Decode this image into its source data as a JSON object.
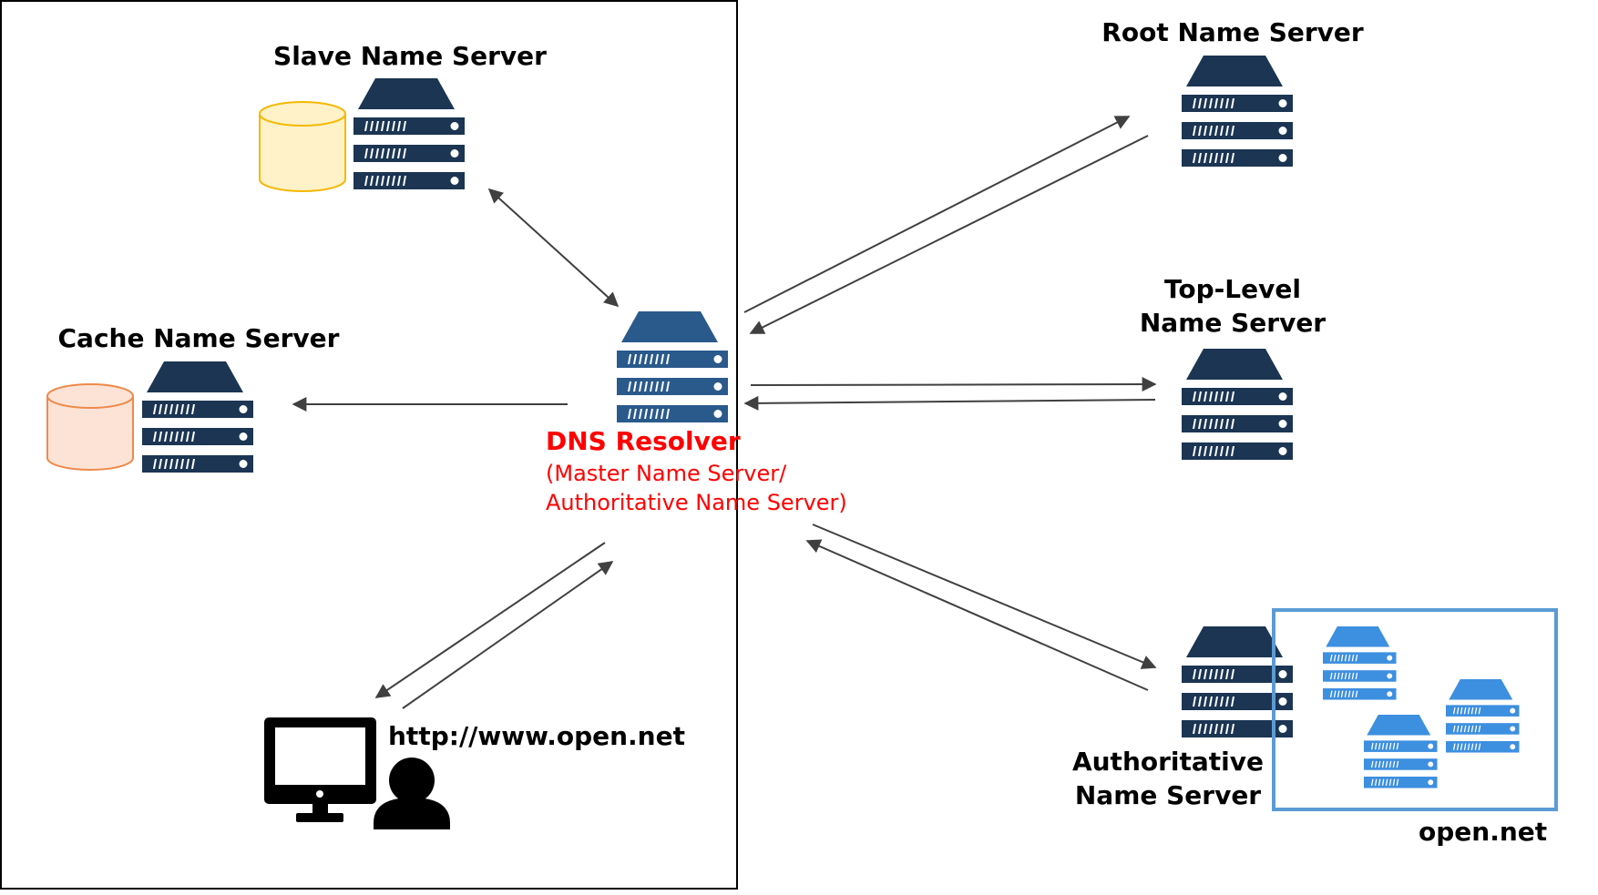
{
  "labels": {
    "slave": "Slave Name Server",
    "cache": "Cache Name Server",
    "resolver_title": "DNS Resolver",
    "resolver_sub1": "(Master Name Server/",
    "resolver_sub2": "Authoritative Name Server)",
    "root": "Root Name Server",
    "tld_line1": "Top-Level",
    "tld_line2": "Name Server",
    "auth_line1": "Authoritative",
    "auth_line2": "Name Server",
    "url": "http://www.open.net",
    "domain": "open.net"
  },
  "colors": {
    "server_dark": "#1b3553",
    "server_resolver": "#2a5a8c",
    "server_light": "#3d8fe0",
    "db_yellow_fill": "#fff2c8",
    "db_yellow_stroke": "#f5b800",
    "db_orange_fill": "#fde3d6",
    "db_orange_stroke": "#ee8a4a",
    "accent_red": "#ff0000",
    "box_blue": "#5b9bd5",
    "arrow": "#404040"
  },
  "icons": [
    "server-icon",
    "database-icon",
    "monitor-icon",
    "user-icon"
  ]
}
